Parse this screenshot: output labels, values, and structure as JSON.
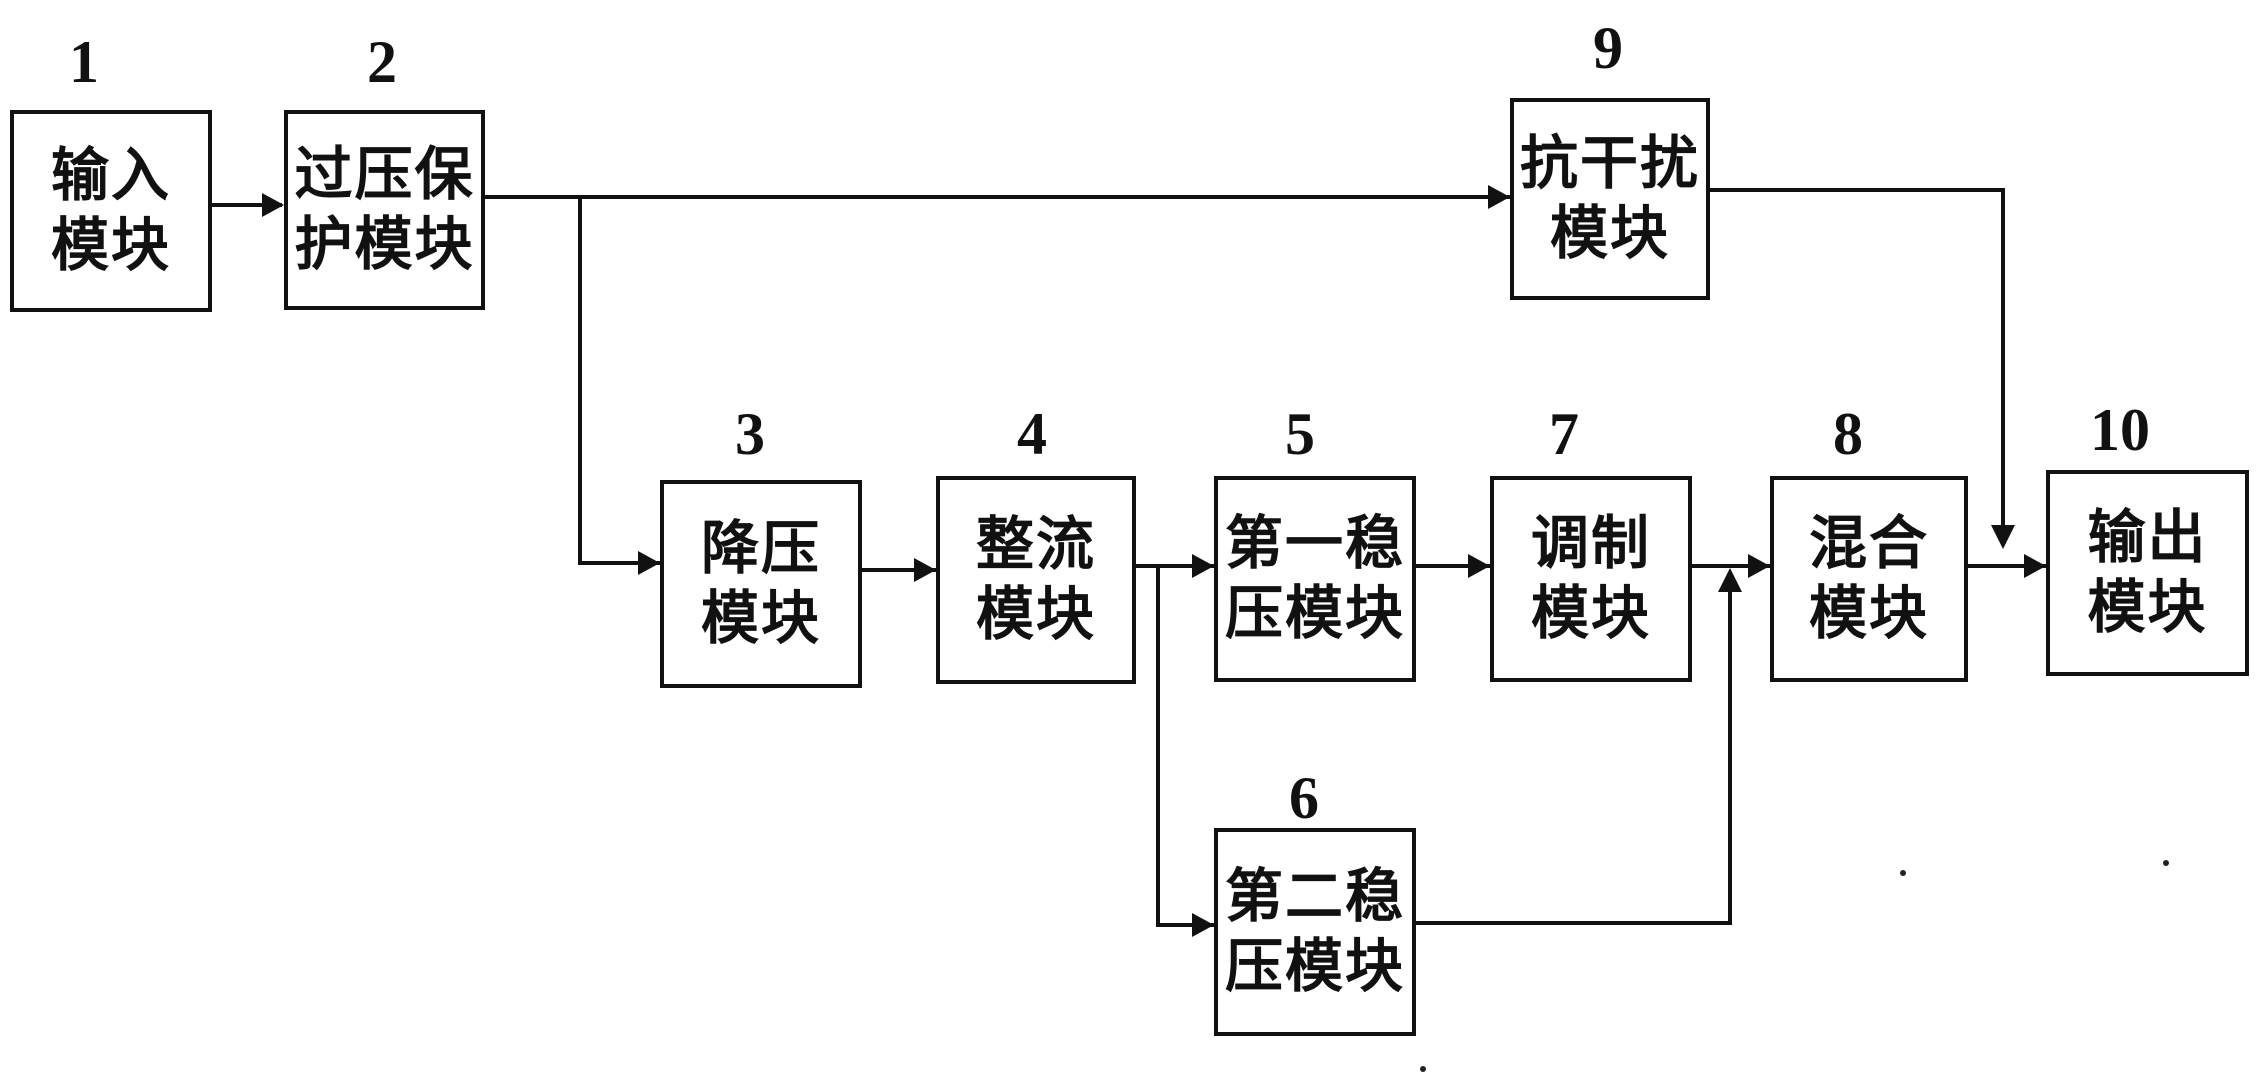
{
  "diagram": {
    "blocks": [
      {
        "id": "input",
        "number": "1",
        "lines": [
          "输入",
          "模块"
        ]
      },
      {
        "id": "overvoltage-protection",
        "number": "2",
        "lines": [
          "过压保",
          "护模块"
        ]
      },
      {
        "id": "step-down",
        "number": "3",
        "lines": [
          "降压",
          "模块"
        ]
      },
      {
        "id": "rectifier",
        "number": "4",
        "lines": [
          "整流",
          "模块"
        ]
      },
      {
        "id": "first-regulator",
        "number": "5",
        "lines": [
          "第一稳",
          "压模块"
        ]
      },
      {
        "id": "second-regulator",
        "number": "6",
        "lines": [
          "第二稳",
          "压模块"
        ]
      },
      {
        "id": "modulation",
        "number": "7",
        "lines": [
          "调制",
          "模块"
        ]
      },
      {
        "id": "mixing",
        "number": "8",
        "lines": [
          "混合",
          "模块"
        ]
      },
      {
        "id": "anti-interference",
        "number": "9",
        "lines": [
          "抗干扰",
          "模块"
        ]
      },
      {
        "id": "output",
        "number": "10",
        "lines": [
          "输出",
          "模块"
        ]
      }
    ],
    "connections": [
      {
        "from": "input",
        "to": "overvoltage-protection"
      },
      {
        "from": "overvoltage-protection",
        "to": "anti-interference"
      },
      {
        "from": "overvoltage-protection",
        "to": "step-down"
      },
      {
        "from": "step-down",
        "to": "rectifier"
      },
      {
        "from": "rectifier",
        "to": "first-regulator"
      },
      {
        "from": "rectifier",
        "to": "second-regulator"
      },
      {
        "from": "first-regulator",
        "to": "modulation"
      },
      {
        "from": "modulation",
        "to": "mixing"
      },
      {
        "from": "second-regulator",
        "to": "mixing"
      },
      {
        "from": "mixing",
        "to": "output"
      },
      {
        "from": "anti-interference",
        "to": "output"
      }
    ]
  }
}
